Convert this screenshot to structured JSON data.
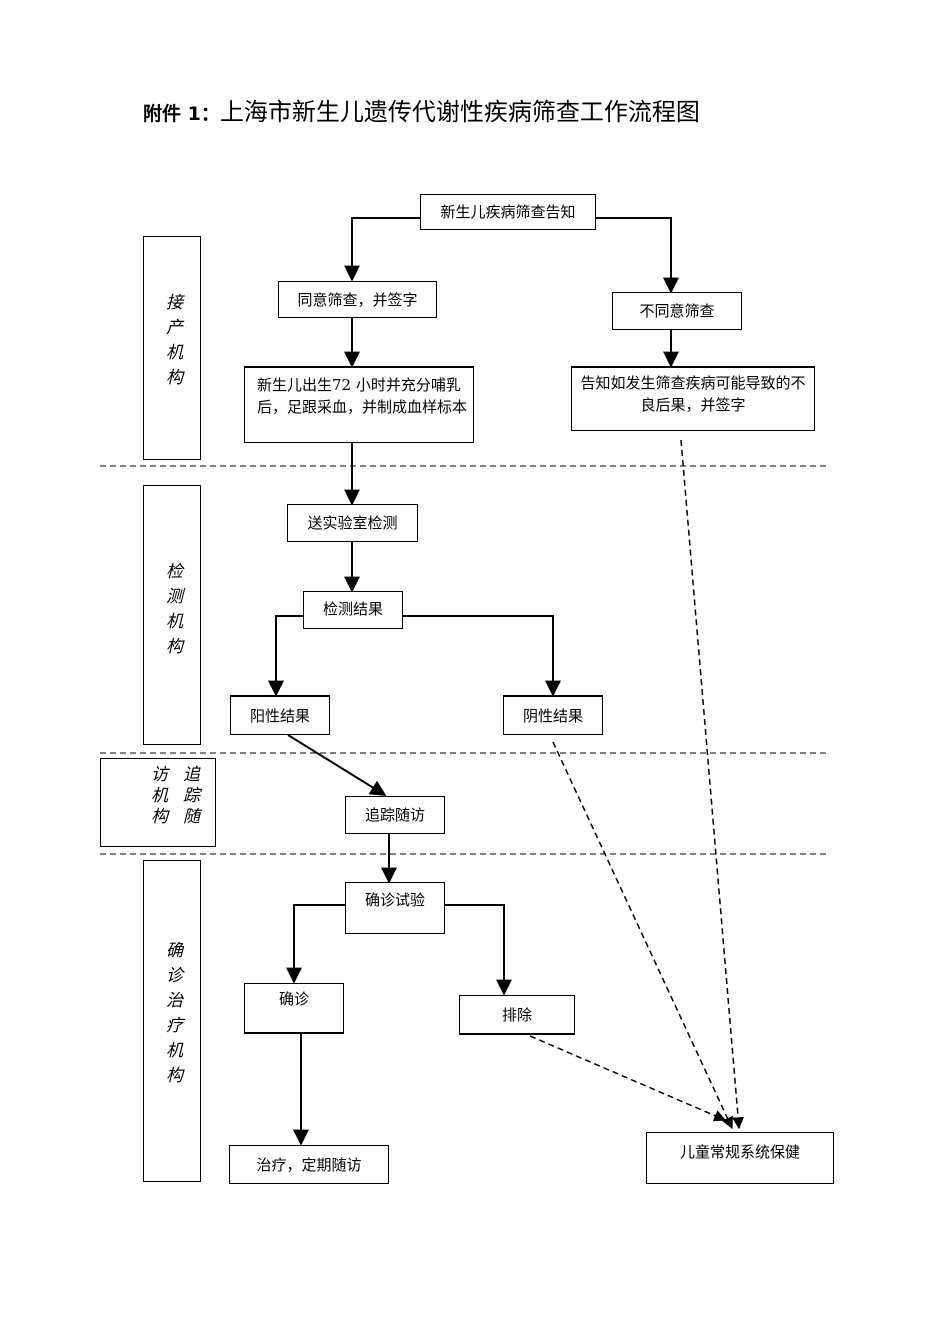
{
  "title": {
    "prefix": "附件 1：",
    "text": "上海市新生儿遗传代谢性疾病筛查工作流程图"
  },
  "lanes": {
    "delivery": "接产机构",
    "testing": "检测机构",
    "followup_col1": "访机构",
    "followup_col2": "追踪随",
    "treatment": "确诊治疗机构"
  },
  "nodes": {
    "notify": "新生儿疾病筛查告知",
    "agree": "同意筛查，并签字",
    "disagree": "不同意筛查",
    "blood_sample": "新生儿出生72 小时并充分哺乳后，足跟采血，并制成血样标本",
    "warn": "告知如发生筛查疾病可能导致的不良后果，并签字",
    "send_lab": "送实验室检测",
    "result": "检测结果",
    "positive": "阳性结果",
    "negative": "阴性结果",
    "track": "追踪随访",
    "confirm_test": "确诊试验",
    "confirmed": "确诊",
    "excluded": "排除",
    "treatment": "治疗，定期随访",
    "child_care": "儿童常规系统保健"
  }
}
